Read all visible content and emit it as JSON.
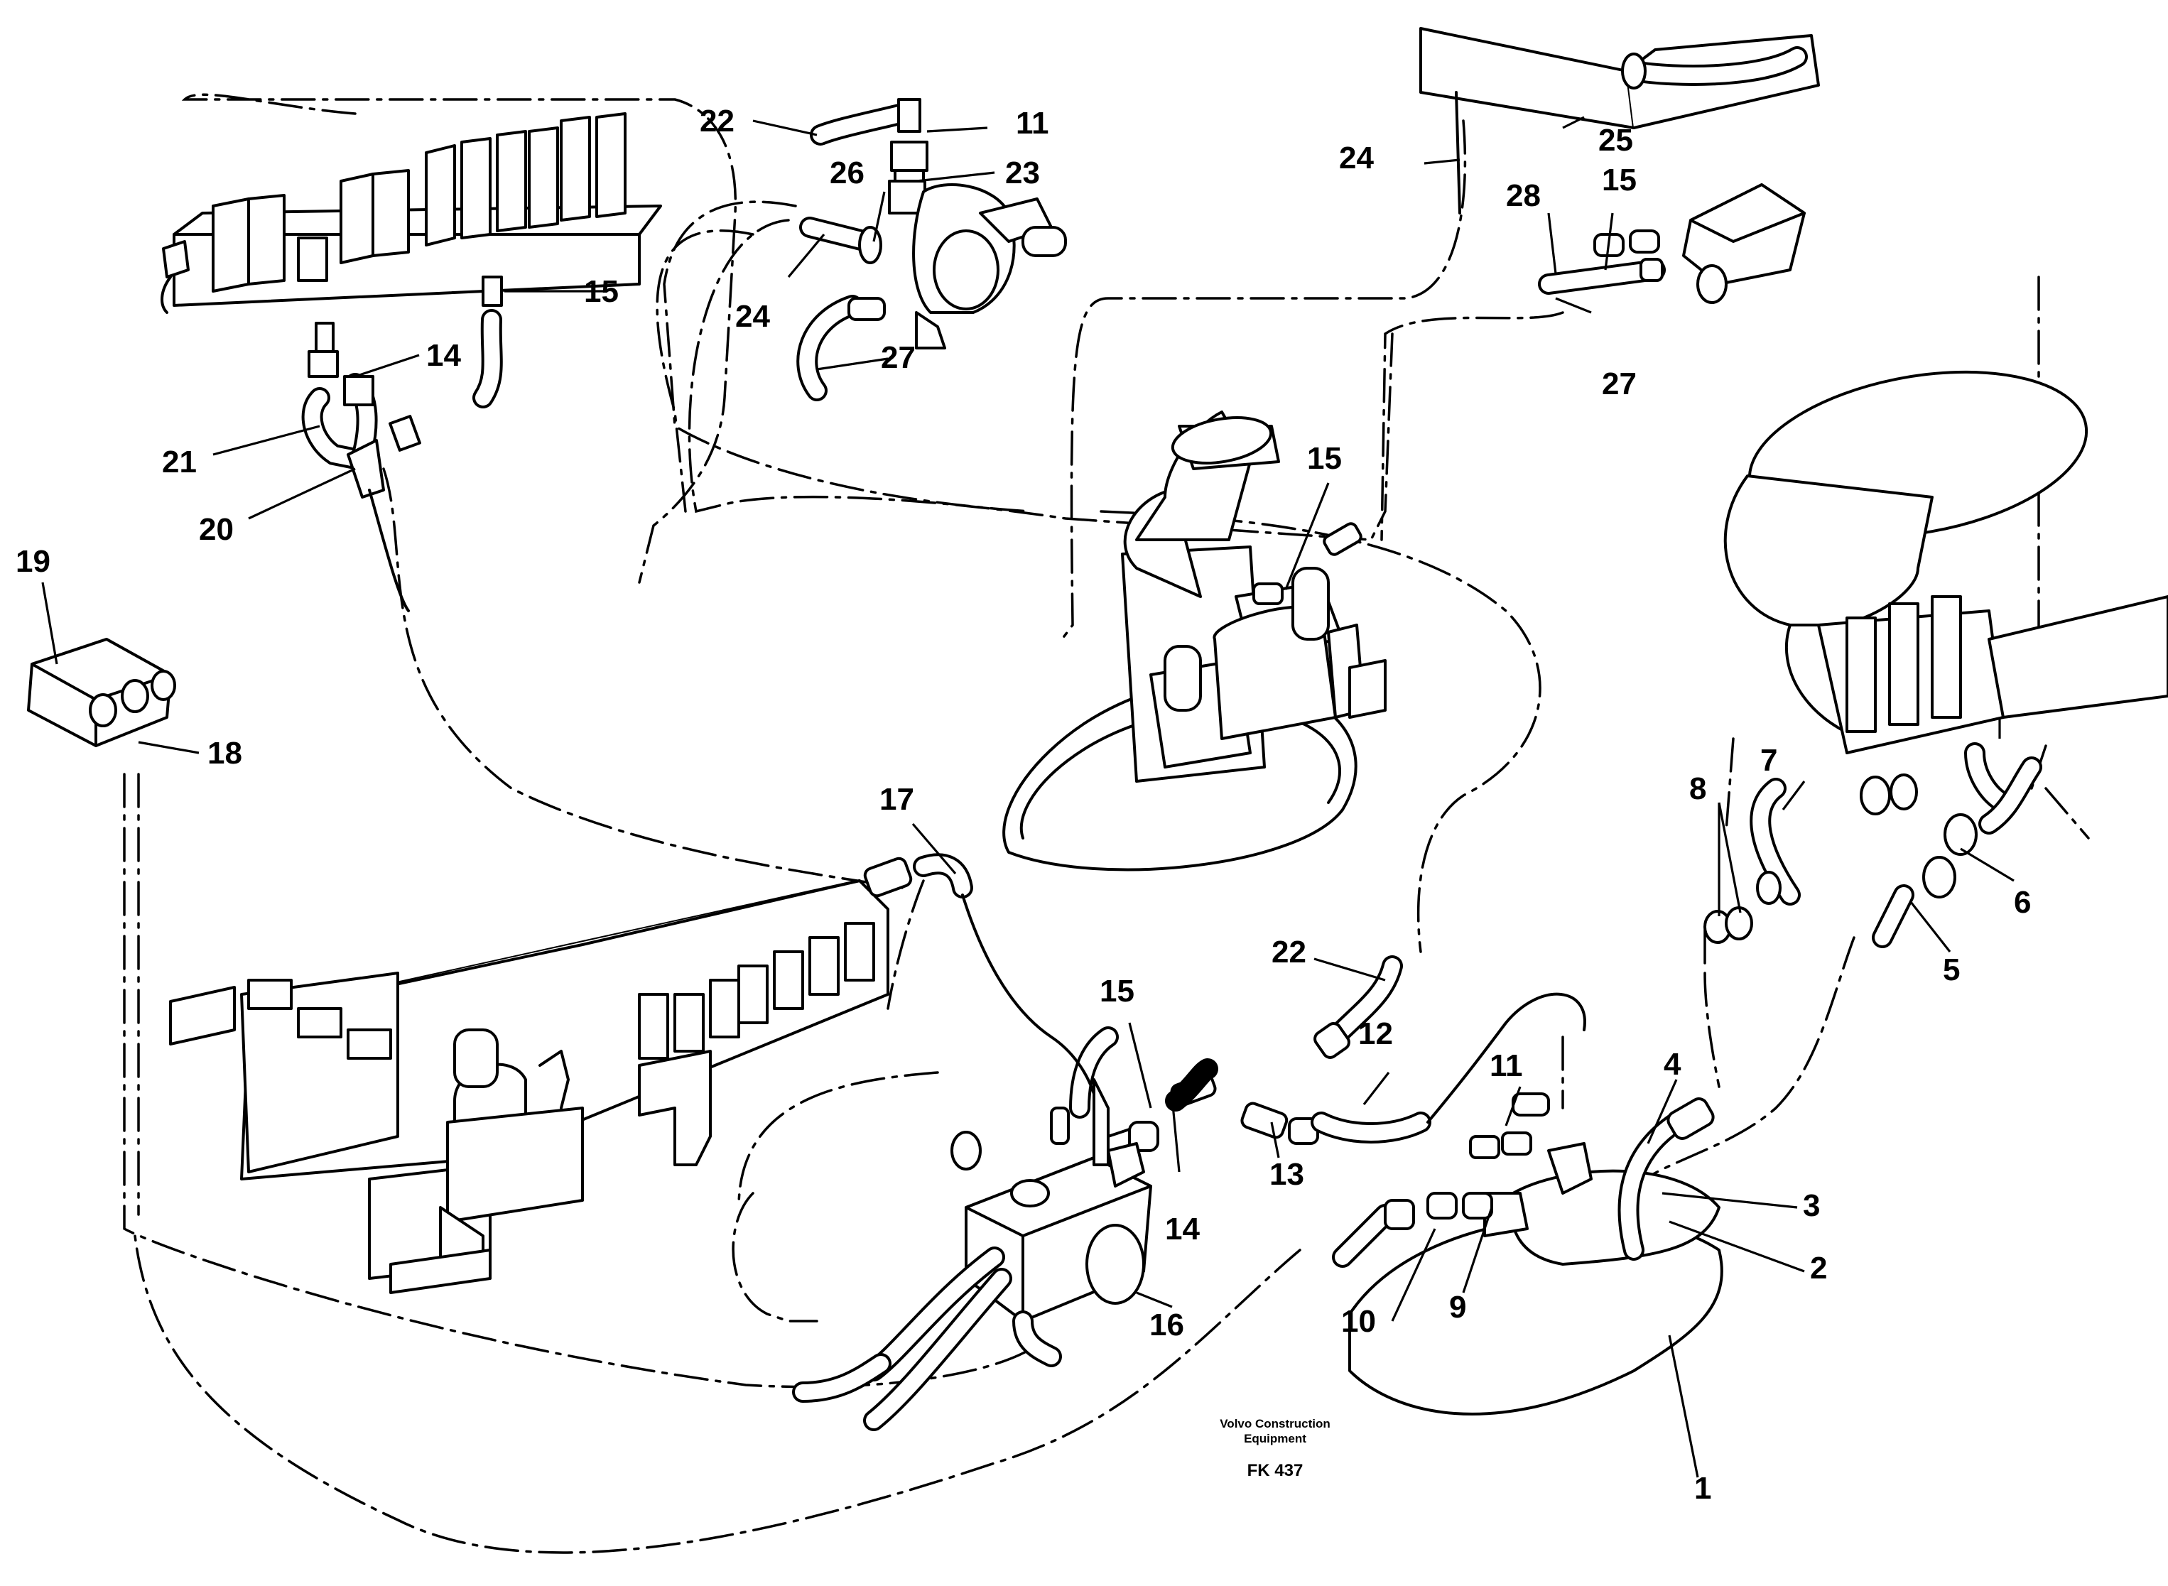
{
  "callouts": {
    "c1": "1",
    "c2": "2",
    "c3": "3",
    "c4": "4",
    "c5": "5",
    "c6": "6",
    "c7": "7",
    "c8": "8",
    "c9": "9",
    "c10": "10",
    "c11a": "11",
    "c11b": "11",
    "c12": "12",
    "c13": "13",
    "c14a": "14",
    "c14b": "14",
    "c15a": "15",
    "c15b": "15",
    "c15c": "15",
    "c15d": "15",
    "c16": "16",
    "c17": "17",
    "c18": "18",
    "c19": "19",
    "c20": "20",
    "c21": "21",
    "c22a": "22",
    "c22b": "22",
    "c23": "23",
    "c24a": "24",
    "c24b": "24",
    "c25": "25",
    "c26": "26",
    "c27a": "27",
    "c27b": "27",
    "c28": "28"
  },
  "caption": {
    "company_line1": "Volvo Construction",
    "company_line2": "Equipment",
    "figure_code": "FK 437"
  },
  "colors": {
    "ink": "#000000",
    "paper": "#ffffff"
  }
}
